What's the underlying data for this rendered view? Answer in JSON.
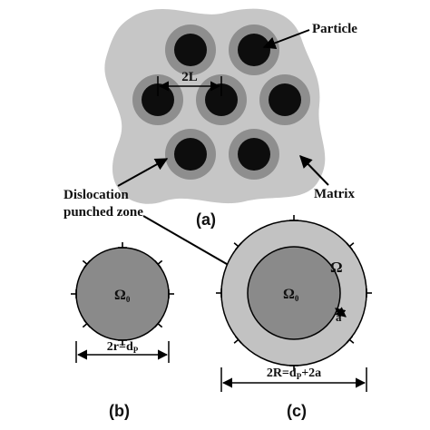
{
  "colors": {
    "matrix": "#c6c6c6",
    "zone": "#8e8e8e",
    "particle": "#0d0d0d",
    "omega_zero_fill": "#8a8a8a",
    "ring": "#c2c2c2",
    "line": "#000000"
  },
  "panel_a": {
    "label_particle": "Particle",
    "label_2L": "2L",
    "label_dislocation_1": "Dislocation",
    "label_dislocation_2": "punched zone",
    "label_matrix": "Matrix",
    "caption": "(a)",
    "particle_count": 7
  },
  "panel_b": {
    "omega": "Ω",
    "omega_sub": "0",
    "dim_main": "2r=d",
    "dim_sub": "P",
    "caption": "(b)"
  },
  "panel_c": {
    "omega_outer": "Ω",
    "omega_inner": "Ω",
    "omega_sub": "0",
    "label_a": "a",
    "dim_main": "2R=d",
    "dim_sub": "P",
    "dim_tail": "+2a",
    "caption": "(c)"
  }
}
